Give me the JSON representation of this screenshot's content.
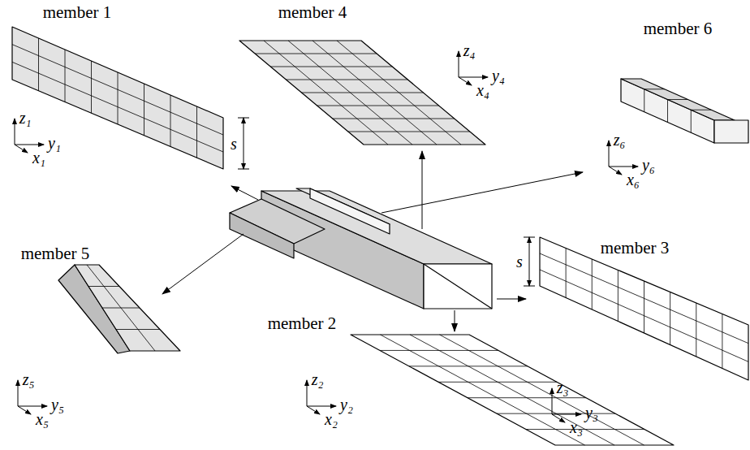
{
  "diagram": {
    "labels": [
      "member 1",
      "z₁",
      "y₁",
      "x₁",
      "member 4",
      "z₄",
      "y₄",
      "x₄",
      "member 6",
      "z₆",
      "y₆",
      "x₆",
      "s",
      "member 5",
      "z₅",
      "y₅",
      "x₅",
      "member 3",
      "s",
      "z₃",
      "y₃",
      "x₃",
      "member 2",
      "z₂",
      "y₂",
      "x₂"
    ]
  }
}
